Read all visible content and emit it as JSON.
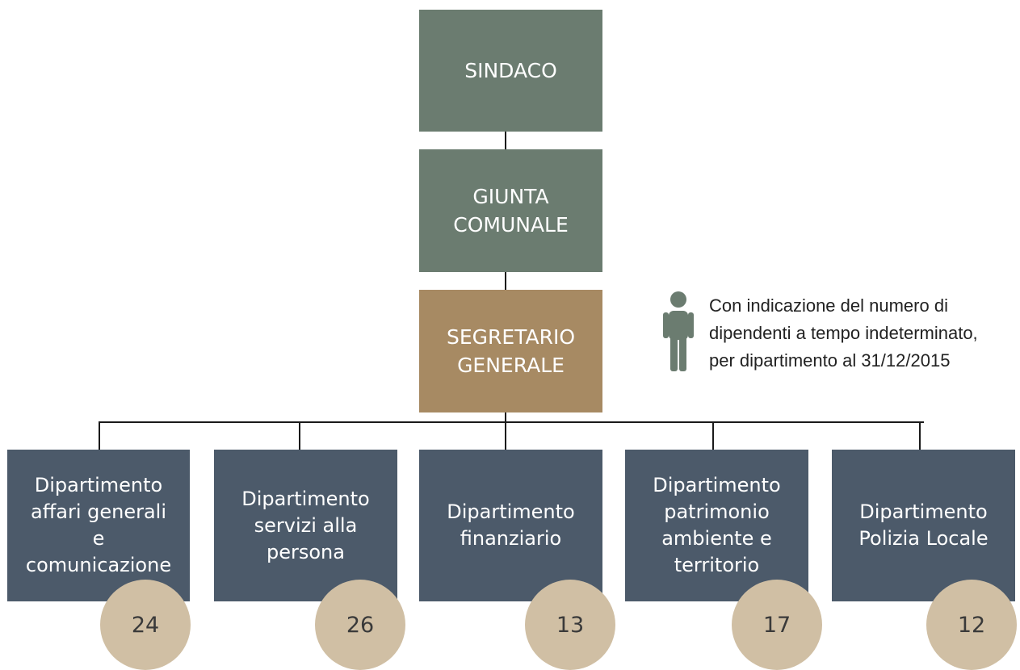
{
  "colors": {
    "top": "#6b7c70",
    "secretary": "#a78a63",
    "department": "#4c5a6a",
    "circle": "#d0bfa4",
    "icon": "#6b7c70"
  },
  "hierarchy": {
    "sindaco": "SINDACO",
    "giunta": "GIUNTA\nCOMUNALE",
    "segretario": "SEGRETARIO\nGENERALE"
  },
  "legend": {
    "icon": "person-icon",
    "text": "Con indicazione del numero di\ndipendenti a tempo indeterminato,\nper dipartimento al 31/12/2015"
  },
  "departments": [
    {
      "label": "Dipartimento\naffari generali\ne\ncomunicazione",
      "count": "24"
    },
    {
      "label": "Dipartimento\nservizi alla\npersona",
      "count": "26"
    },
    {
      "label": "Dipartimento\nfinanziario",
      "count": "13"
    },
    {
      "label": "Dipartimento\npatrimonio\nambiente e\nterritorio",
      "count": "17"
    },
    {
      "label": "Dipartimento\nPolizia Locale",
      "count": "12"
    }
  ]
}
